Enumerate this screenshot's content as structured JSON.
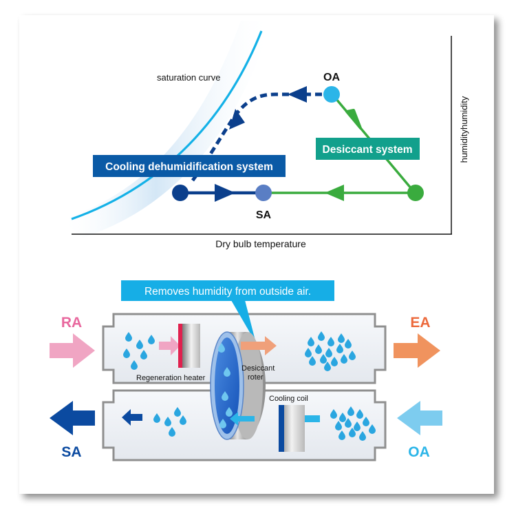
{
  "chart": {
    "saturation_label": "saturation curve",
    "oa_label": "OA",
    "sa_label": "SA",
    "cooling_label": "Cooling dehumidification system",
    "desiccant_label": "Desiccant system",
    "y_axis_label": "humidityhumidity",
    "x_axis_label": "Dry bulb temperature"
  },
  "unit": {
    "callout": "Removes humidity from outside air.",
    "ra": "RA",
    "ea": "EA",
    "sa": "SA",
    "oa": "OA",
    "heater_label": "Regeneration heater",
    "rotor_label_1": "Desiccant",
    "rotor_label_2": "roter",
    "coil_label": "Cooling coil"
  },
  "colors": {
    "cooling": "#0a5aa6",
    "cooling_dark": "#0b3f8c",
    "desiccant": "#3aab3e",
    "desiccant_box": "#12a08c",
    "oa_light": "#2bb5e8",
    "ra_pink": "#e8689e",
    "ea_orange": "#ec6a3c",
    "sa_blue": "#0b4aa0",
    "oa_blue": "#5cc3ee"
  }
}
